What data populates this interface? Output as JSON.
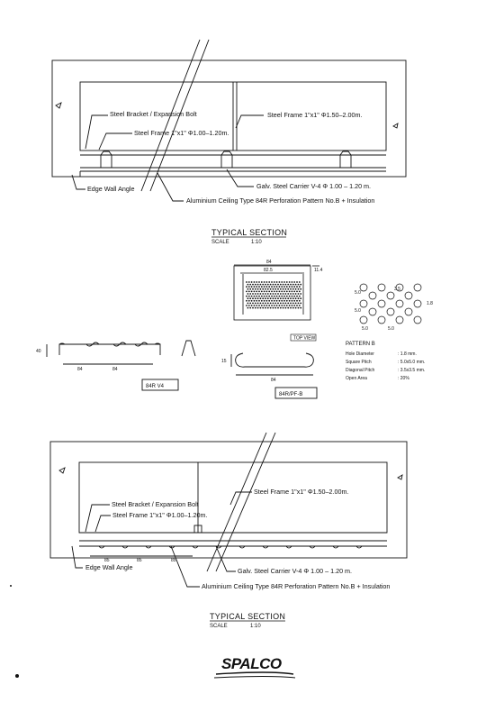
{
  "section_top": {
    "labels": {
      "bracket": "Steel Bracket / Expansion Bolt",
      "frame_small": "Steel Frame 1\"x1\" Φ1.00–1.20m.",
      "frame_large": "Steel Frame 1\"x1\" Φ1.50–2.00m.",
      "carrier": "Galv. Steel Carrier V-4 Φ 1.00 – 1.20 m.",
      "edge": "Edge Wall Angle",
      "ceiling": "Aluminium Ceiling Type 84R Perforation Pattern No.B + Insulation"
    },
    "title": "TYPICAL SECTION",
    "scale_label": "SCALE",
    "scale_value": "1:10"
  },
  "section_bottom": {
    "labels": {
      "bracket": "Steel Bracket / Expansion Bolt",
      "frame_small": "Steel Frame 1\"x1\" Φ1.00–1.20m.",
      "frame_large": "Steel Frame 1\"x1\" Φ1.50–2.00m.",
      "carrier": "Galv. Steel Carrier V-4 Φ 1.00 – 1.20 m.",
      "edge": "Edge Wall Angle",
      "ceiling": "Aluminium Ceiling Type 84R Perforation Pattern No.B + Insulation"
    },
    "dims": [
      "85",
      "85",
      "85"
    ],
    "title": "TYPICAL SECTION",
    "scale_label": "SCALE",
    "scale_value": "1:10"
  },
  "carrier_detail": {
    "dim_height": "40",
    "dims": [
      "84",
      "84"
    ],
    "name": "84R V4"
  },
  "panel_detail": {
    "dim_width": "84",
    "dim_perf": "82.5",
    "dim_side": "11.4",
    "view": "TOP VIEW",
    "dim_height": "15",
    "dim_bottom": "84",
    "name": "84R/PF-B"
  },
  "pattern": {
    "dim_a": "5.0",
    "dim_b": "5.0",
    "dim_c": "3.5",
    "dim_d": "1.8",
    "dim_e": "5.0",
    "dim_f": "5.0",
    "title": "PATTERN B",
    "rows": [
      {
        "name": "Hole Diameter",
        "value": ": 1.8 mm."
      },
      {
        "name": "Square Pitch",
        "value": ": 5.0x5.0 mm."
      },
      {
        "name": "Diagonal Pitch",
        "value": ": 3.5x3.5 mm."
      },
      {
        "name": "Open Area",
        "value": ": 20%"
      }
    ]
  },
  "logo": "SPALCO"
}
